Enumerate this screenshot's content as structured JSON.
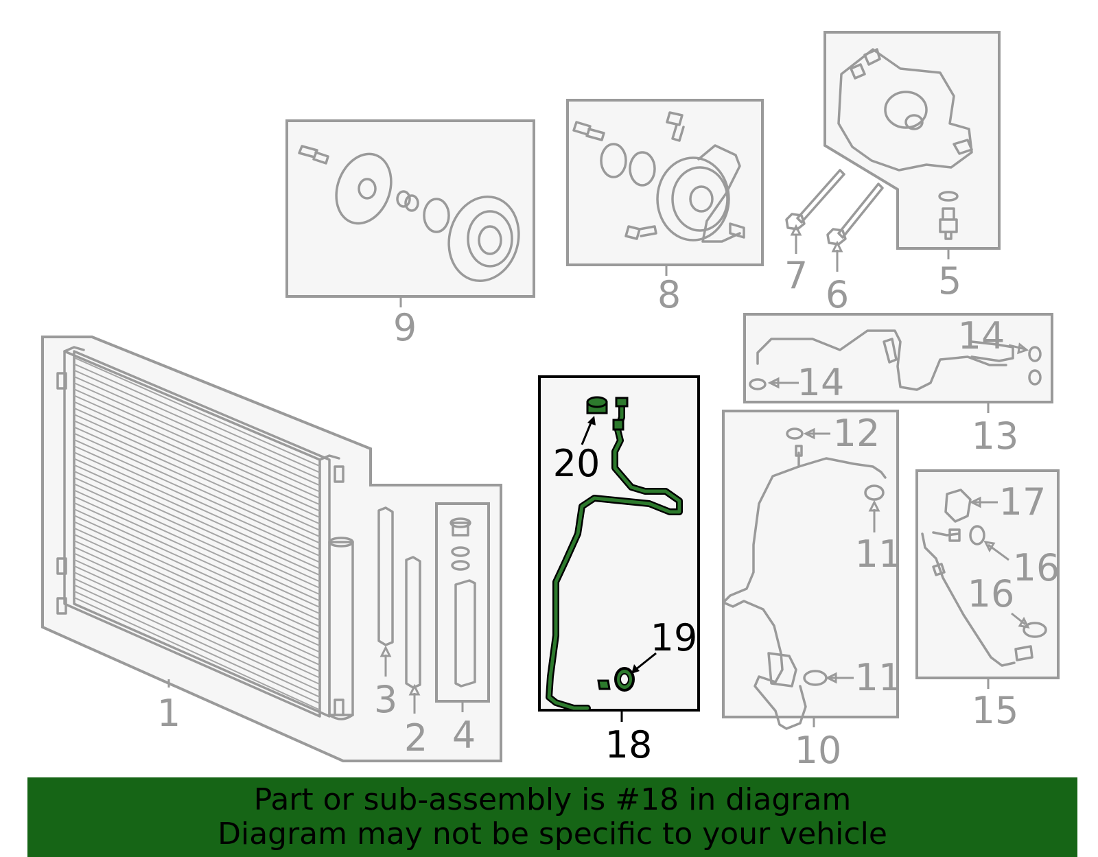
{
  "diagram": {
    "labels": {
      "n1": "1",
      "n2": "2",
      "n3": "3",
      "n4": "4",
      "n5": "5",
      "n6": "6",
      "n7": "7",
      "n8": "8",
      "n9": "9",
      "n10": "10",
      "n11a": "11",
      "n11b": "11",
      "n12": "12",
      "n13": "13",
      "n14a": "14",
      "n14b": "14",
      "n15": "15",
      "n16a": "16",
      "n16b": "16",
      "n17": "17",
      "n18": "18",
      "n19": "19",
      "n20": "20"
    },
    "highlight_color": "#2d7a2d"
  },
  "banner": {
    "line1": "Part or sub-assembly is #18 in diagram",
    "line2": "Diagram may not be specific to your vehicle",
    "background": "#166516"
  }
}
